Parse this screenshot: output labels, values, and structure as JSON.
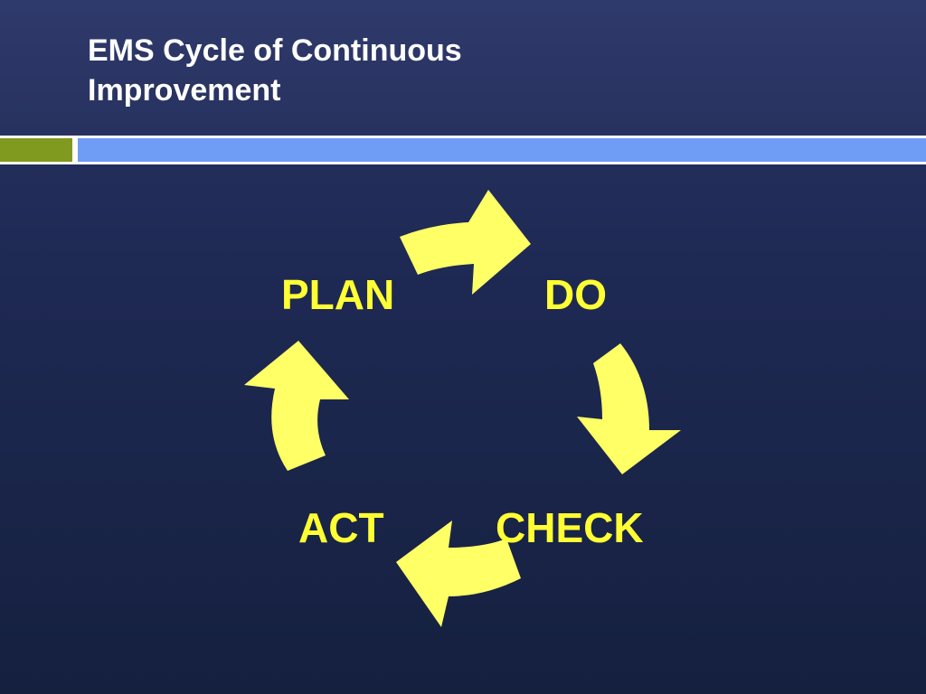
{
  "slide": {
    "title": "EMS Cycle of Continuous\nImprovement"
  },
  "cycle": {
    "stages": [
      "PLAN",
      "DO",
      "CHECK",
      "ACT"
    ],
    "arrow_color": "#ffff66",
    "label_color": "#ffff33"
  },
  "colors": {
    "background": "#1f2a55",
    "accent_green": "#7f9a1e",
    "accent_blue": "#6f9df5"
  }
}
